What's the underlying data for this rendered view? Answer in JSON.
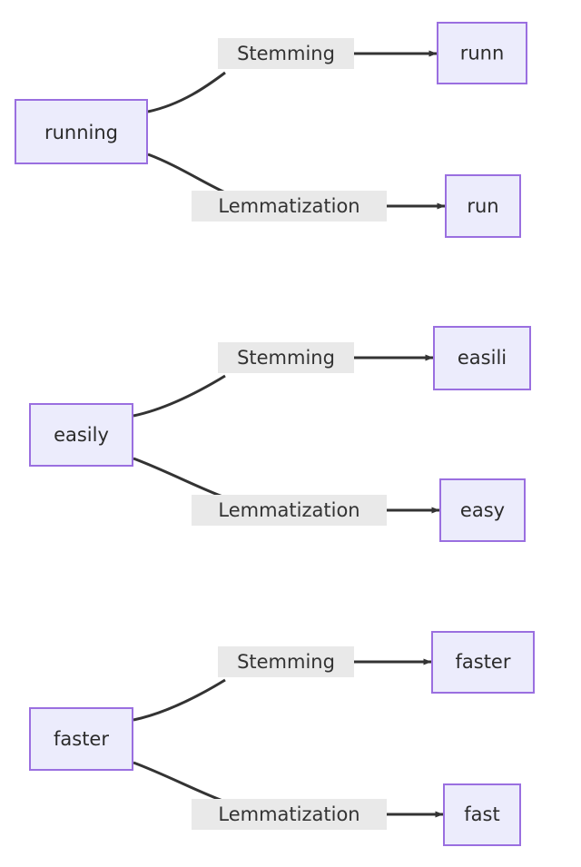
{
  "diagram": {
    "type": "word-normalization-flow",
    "background_color": "#ffffff",
    "node_fill": "#ececfc",
    "node_border": "#9a6fe0",
    "edge_color": "#333333",
    "label_bg": "#e9e9e9",
    "groups": [
      {
        "id": "group-running",
        "source": {
          "label": "running"
        },
        "branches": [
          {
            "edge_label": "Stemming",
            "target": "runn"
          },
          {
            "edge_label": "Lemmatization",
            "target": "run"
          }
        ]
      },
      {
        "id": "group-easily",
        "source": {
          "label": "easily"
        },
        "branches": [
          {
            "edge_label": "Stemming",
            "target": "easili"
          },
          {
            "edge_label": "Lemmatization",
            "target": "easy"
          }
        ]
      },
      {
        "id": "group-faster",
        "source": {
          "label": "faster"
        },
        "branches": [
          {
            "edge_label": "Stemming",
            "target": "faster"
          },
          {
            "edge_label": "Lemmatization",
            "target": "fast"
          }
        ]
      }
    ]
  }
}
